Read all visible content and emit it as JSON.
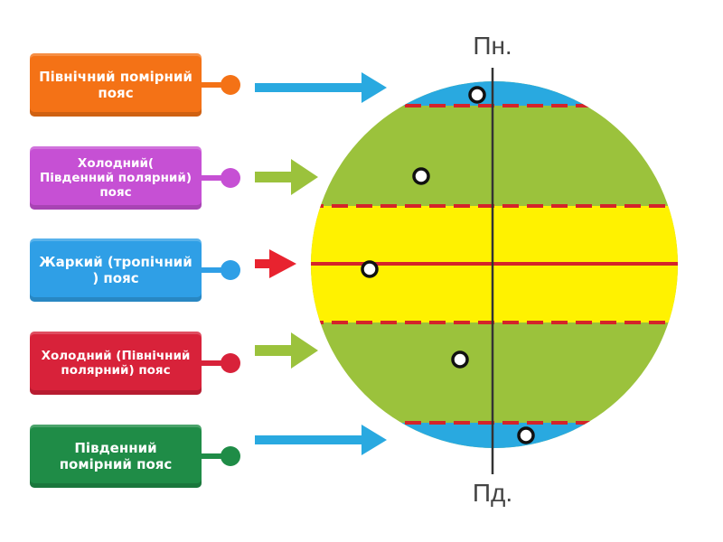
{
  "labels": [
    {
      "text": "Північний помірний пояс",
      "color": "#f47216"
    },
    {
      "text": "Холодний( Південний полярний) пояс",
      "color": "#c650d4"
    },
    {
      "text": "Жаркий (тропічний ) пояс",
      "color": "#2f9fe6"
    },
    {
      "text": "Холодний (Північний полярний) пояс",
      "color": "#d8223a"
    },
    {
      "text": "Південний помірний пояс",
      "color": "#1f8c47"
    }
  ],
  "diagram": {
    "north_label": "Пн.",
    "south_label": "Пд.",
    "colors": {
      "polar": "#29a9e0",
      "temperate": "#9bc23c",
      "tropical": "#fff200",
      "line": "#d4242a"
    }
  }
}
